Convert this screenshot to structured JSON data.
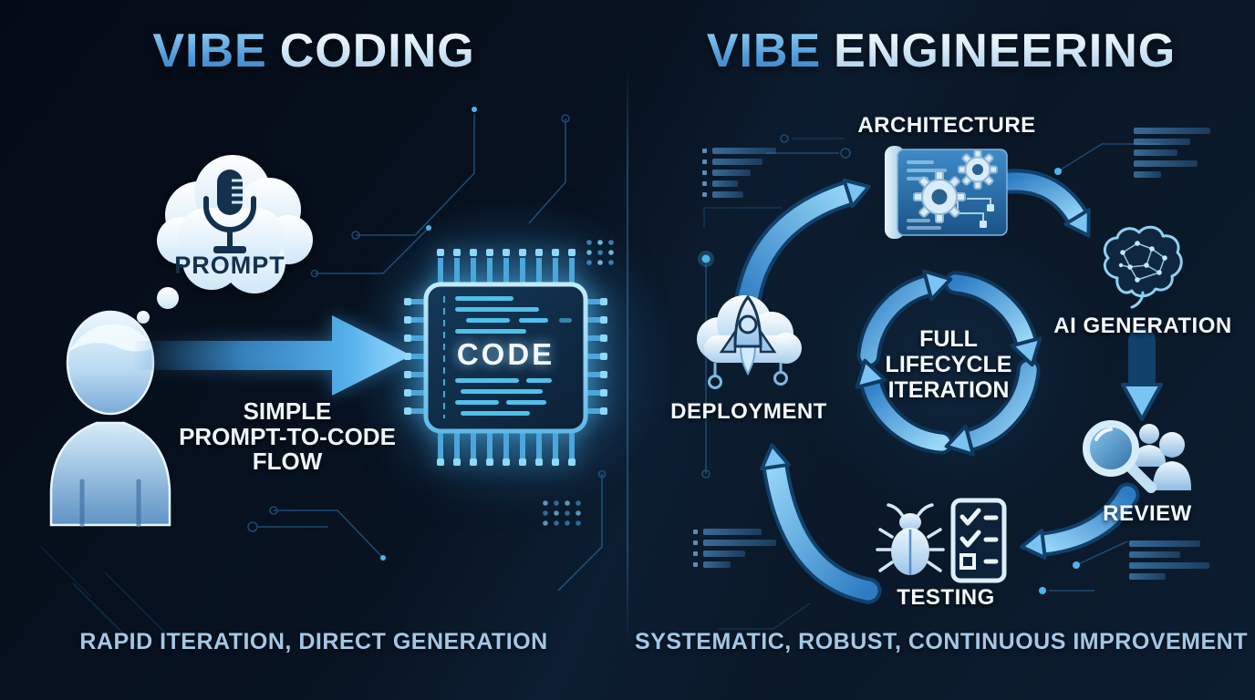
{
  "left": {
    "title_word1": "VIBE",
    "title_word2": "CODING",
    "prompt_label": "PROMPT",
    "chip_label": "CODE",
    "flow_lines": [
      "SIMPLE",
      "PROMPT-TO-CODE",
      "FLOW"
    ],
    "footer": "RAPID ITERATION, DIRECT GENERATION",
    "icons": [
      "thought-bubble",
      "microphone-icon",
      "person-icon",
      "prompt-arrow",
      "cpu-chip"
    ]
  },
  "right": {
    "title_word1": "VIBE",
    "title_word2": "ENGINEERING",
    "center_lines": [
      "FULL",
      "LIFECYCLE",
      "ITERATION"
    ],
    "stages": [
      {
        "label": "ARCHITECTURE",
        "icon": "blueprint-gears-icon"
      },
      {
        "label": "AI GENERATION",
        "icon": "brain-network-icon"
      },
      {
        "label": "REVIEW",
        "icon": "magnifier-people-icon"
      },
      {
        "label": "TESTING",
        "icon": "bug-checklist-icon"
      },
      {
        "label": "DEPLOYMENT",
        "icon": "cloud-rocket-icon"
      }
    ],
    "footer": "SYSTEMATIC, ROBUST, CONTINUOUS IMPROVEMENT"
  },
  "colors": {
    "background_dark": "#081222",
    "accent_blue": "#3f9ce0",
    "light_blue": "#a9d4f2",
    "glow_cyan": "#6fd0ff",
    "caption_blue": "#a3c8e6",
    "icon_navy": "#14304f",
    "chip_bar_cyan": "#4fc0ea"
  }
}
